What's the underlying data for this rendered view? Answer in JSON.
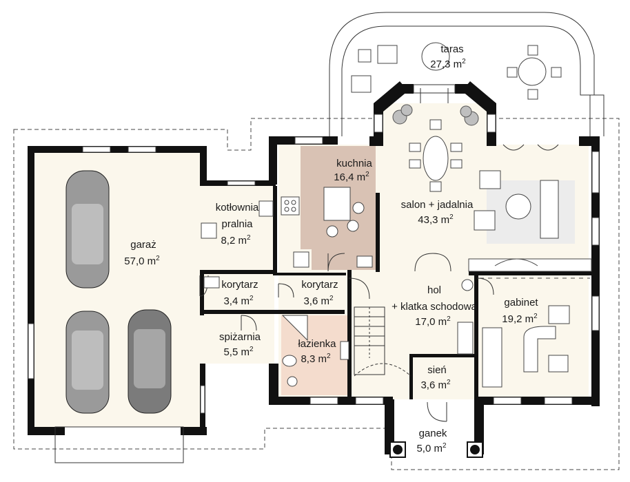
{
  "rooms": [
    {
      "name": "taras",
      "area": "27,3 m",
      "sup": "2"
    },
    {
      "name": "kuchnia",
      "area": "16,4 m",
      "sup": "2"
    },
    {
      "name": "salon + jadalnia",
      "area": "43,3 m",
      "sup": "2"
    },
    {
      "name": "kotłownia",
      "name2": "pralnia",
      "area": "8,2 m",
      "sup": "2"
    },
    {
      "name": "garaż",
      "area": "57,0 m",
      "sup": "2"
    },
    {
      "name": "korytarz",
      "area": "3,4 m",
      "sup": "2"
    },
    {
      "name": "korytarz",
      "area": "3,6 m",
      "sup": "2"
    },
    {
      "name": "hol",
      "name2": "+ klatka schodowa",
      "area": "17,0 m",
      "sup": "2"
    },
    {
      "name": "gabinet",
      "area": "19,2 m",
      "sup": "2"
    },
    {
      "name": "spiżarnia",
      "area": "5,5 m",
      "sup": "2"
    },
    {
      "name": "łazienka",
      "area": "8,3 m",
      "sup": "2"
    },
    {
      "name": "sień",
      "area": "3,6 m",
      "sup": "2"
    },
    {
      "name": "ganek",
      "area": "5,0 m",
      "sup": "2"
    }
  ],
  "colors": {
    "floor": "#fbf7ec",
    "kitchen": "#d9c2b4",
    "bathroom": "#f4dccd",
    "living_rug": "#ececec",
    "wall": "#111111",
    "car": "#9a9a9a"
  },
  "icons": [
    "car-icon",
    "table-icon",
    "chair-icon",
    "sofa-icon",
    "plant-icon",
    "stairs-icon",
    "toilet-icon",
    "bathtub-icon"
  ]
}
